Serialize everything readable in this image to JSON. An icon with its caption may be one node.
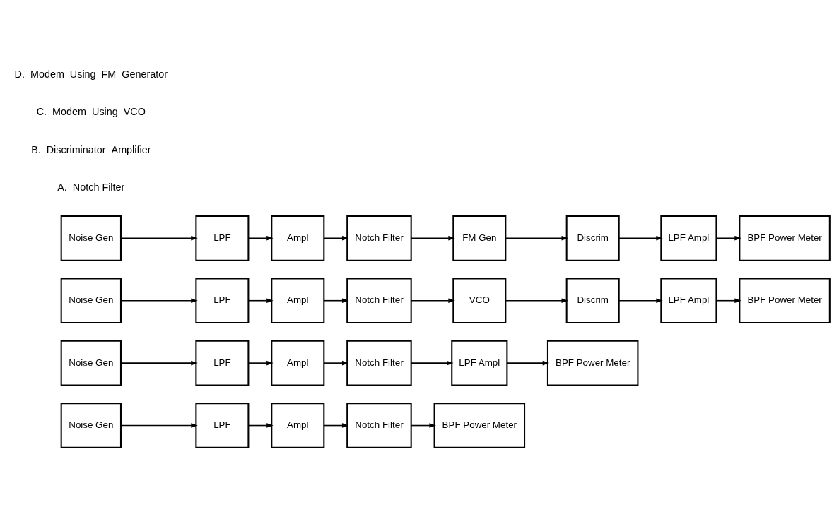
{
  "diagram": {
    "nodes": [
      {
        "text": [
          "Noise Gen"
        ]
      },
      {
        "text": [
          "LPF"
        ]
      },
      {
        "text": [
          "Ampl"
        ]
      },
      {
        "text": [
          "Notch Filter"
        ]
      },
      {
        "text": [
          "BPF Power Meter"
        ]
      },
      {
        "text": [
          "Noise Gen"
        ]
      },
      {
        "text": [
          "LPF"
        ]
      },
      {
        "text": [
          "Ampl"
        ]
      },
      {
        "text": [
          "Notch Filter"
        ]
      },
      {
        "text": [
          "LPF Ampl"
        ]
      },
      {
        "text": [
          "BPF Power Meter"
        ]
      },
      {
        "text": [
          "Noise Gen"
        ]
      },
      {
        "text": [
          "LPF"
        ]
      },
      {
        "text": [
          "Ampl"
        ]
      },
      {
        "text": [
          "Notch Filter"
        ]
      },
      {
        "text": [
          "VCO"
        ]
      },
      {
        "text": [
          "Discrim"
        ]
      },
      {
        "text": [
          "LPF Ampl"
        ]
      },
      {
        "text": [
          "BPF Power Meter"
        ]
      },
      {
        "text": [
          "Noise Gen"
        ]
      },
      {
        "text": [
          "LPF"
        ]
      },
      {
        "text": [
          "Ampl"
        ]
      },
      {
        "text": [
          "Notch Filter"
        ]
      },
      {
        "text": [
          "FM Gen"
        ]
      },
      {
        "text": [
          "Discrim"
        ]
      },
      {
        "text": [
          "LPF Ampl"
        ]
      },
      {
        "text": [
          "BPF Power Meter"
        ]
      }
    ],
    "edges": [
      {
        "from": 0,
        "to": 1,
        "arrow": "to"
      },
      {
        "from": 1,
        "to": 2,
        "arrow": "to"
      },
      {
        "from": 2,
        "to": 3,
        "arrow": "to"
      },
      {
        "from": 3,
        "to": 4,
        "arrow": "to"
      },
      {
        "from": 5,
        "to": 6,
        "arrow": "to"
      },
      {
        "from": 6,
        "to": 7,
        "arrow": "to"
      },
      {
        "from": 7,
        "to": 8,
        "arrow": "to"
      },
      {
        "from": 8,
        "to": 9,
        "arrow": "to"
      },
      {
        "from": 9,
        "to": 10,
        "arrow": "to"
      },
      {
        "from": 11,
        "to": 12,
        "arrow": "to"
      },
      {
        "from": 12,
        "to": 13,
        "arrow": "to"
      },
      {
        "from": 13,
        "to": 14,
        "arrow": "to"
      },
      {
        "from": 14,
        "to": 15,
        "arrow": "to"
      },
      {
        "from": 15,
        "to": 16,
        "arrow": "to"
      },
      {
        "from": 16,
        "to": 17,
        "arrow": "to"
      },
      {
        "from": 17,
        "to": 18,
        "arrow": "to"
      },
      {
        "from": 19,
        "to": 20,
        "arrow": "to"
      },
      {
        "from": 20,
        "to": 21,
        "arrow": "to"
      },
      {
        "from": 21,
        "to": 22,
        "arrow": "to"
      },
      {
        "from": 22,
        "to": 23,
        "arrow": "to"
      },
      {
        "from": 23,
        "to": 24,
        "arrow": "to"
      },
      {
        "from": 24,
        "to": 25,
        "arrow": "to"
      },
      {
        "from": 25,
        "to": 26,
        "arrow": "to"
      }
    ],
    "labels": [
      "A.  Notch Filter",
      "B.  Discriminator  Amplifier",
      "C.  Modem  Using  VCO",
      "D.  Modem  Using  FM  Generator"
    ]
  }
}
